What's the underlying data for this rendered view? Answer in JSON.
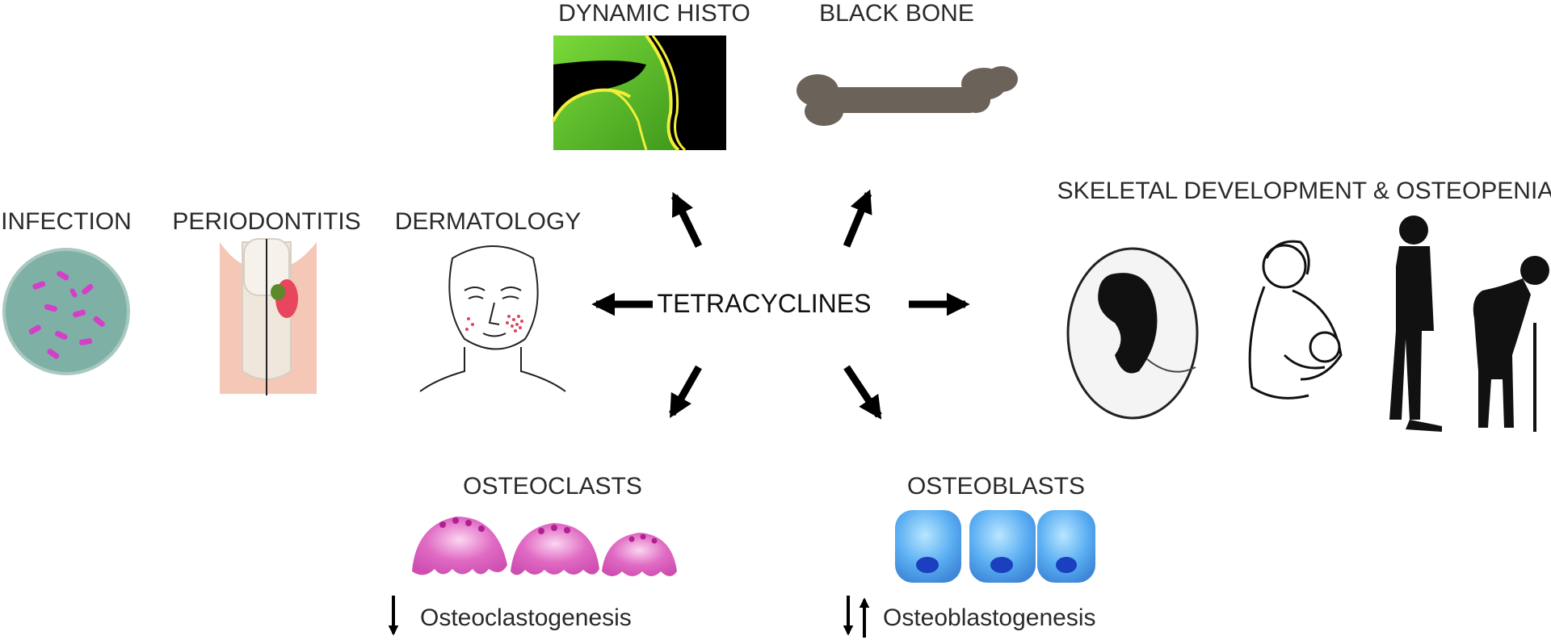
{
  "center": {
    "label": "TETRACYCLINES"
  },
  "nodes": {
    "dynamic_histo": "DYNAMIC HISTO",
    "black_bone": "BLACK BONE",
    "infection": "INFECTION",
    "periodontitis": "PERIODONTITIS",
    "dermatology": "DERMATOLOGY",
    "skeletal": "SKELETAL DEVELOPMENT & OSTEOPENIA",
    "osteoclasts": "OSTEOCLASTS",
    "osteoblasts": "OSTEOBLASTS"
  },
  "effects": {
    "osteoclastogenesis": "Osteoclastogenesis",
    "osteoblastogenesis": "Osteoblastogenesis"
  },
  "colors": {
    "histo_green": "#5fbf2a",
    "histo_line": "#f2ee3a",
    "bone": "#6b6259",
    "infection_fill": "#7fb0a6",
    "bacteria": "#d43fc9",
    "osteoclast": "#e06ac4",
    "osteoblast": "#5aaef2",
    "nucleus": "#1a3fbf"
  }
}
